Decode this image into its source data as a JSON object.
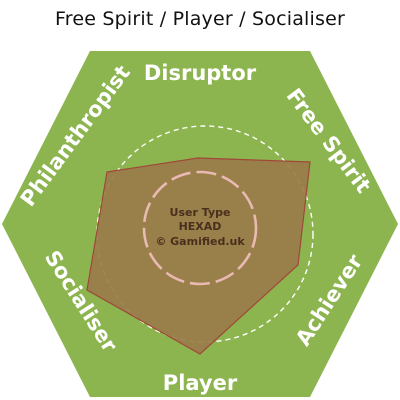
{
  "title": "Free Spirit / Player / Socialiser",
  "colors": {
    "hexagon_fill": "#8db54f",
    "profile_fill": "#9a7c4a",
    "profile_stroke": "#a0473a",
    "dashed_circle": "#ffffff",
    "inner_circle": "#e9b9b3",
    "label_text": "#ffffff",
    "center_text": "#4a2f1c"
  },
  "labels": {
    "top": "Disruptor",
    "top_right": "Free Spirit",
    "bottom_right": "Achiever",
    "bottom": "Player",
    "bottom_left": "Socialiser",
    "top_left": "Philanthropist"
  },
  "center": {
    "line1": "User Type",
    "line2": "HEXAD",
    "line3": "© Gamified.uk"
  }
}
